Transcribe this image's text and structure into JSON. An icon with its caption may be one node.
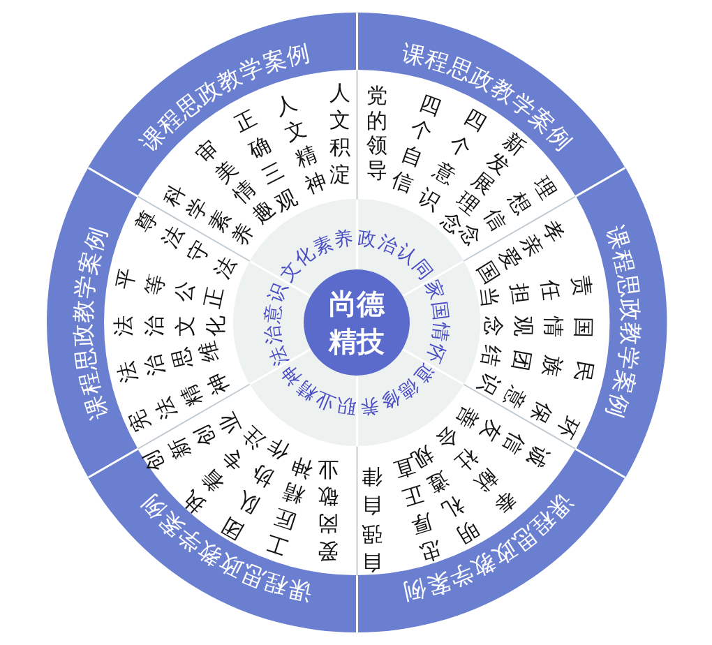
{
  "diagram": {
    "nodes": [
      {
        "text": [
          "尚德精技"
        ]
      },
      {
        "text": [
          "政治认同"
        ]
      },
      {
        "text": [
          "家国情怀"
        ]
      },
      {
        "text": [
          "道德修养"
        ]
      },
      {
        "text": [
          "职业精神"
        ]
      },
      {
        "text": [
          "法治意识"
        ]
      },
      {
        "text": [
          "文化素养"
        ]
      },
      {
        "text": [
          "课程思政教学案例"
        ]
      },
      {
        "text": [
          "课程思政教学案例"
        ]
      },
      {
        "text": [
          "课程思政教学案例"
        ]
      },
      {
        "text": [
          "课程思政教学案例"
        ]
      },
      {
        "text": [
          "课程思政教学案例"
        ]
      },
      {
        "text": [
          "课程思政教学案例"
        ]
      }
    ],
    "labels": [
      "平等公正",
      "尊法守法",
      "科学素养",
      "审美情趣",
      "正确三观",
      "人文精神",
      "人文积淀",
      "党的领导",
      "四个自信",
      "四个意识",
      "新发展理念",
      "理想信念",
      "孝亲爱国",
      "责任担当",
      "法治文化",
      "法治思维",
      "宪法精神",
      "创新创业",
      "执着专注",
      "团队协作",
      "工匠精神",
      "爱岗敬业",
      "自强自律",
      "忠厚正直",
      "明礼遵规",
      "奉献社会",
      "诚信友善",
      "环保意识",
      "民族团结",
      "国情观念"
    ]
  }
}
